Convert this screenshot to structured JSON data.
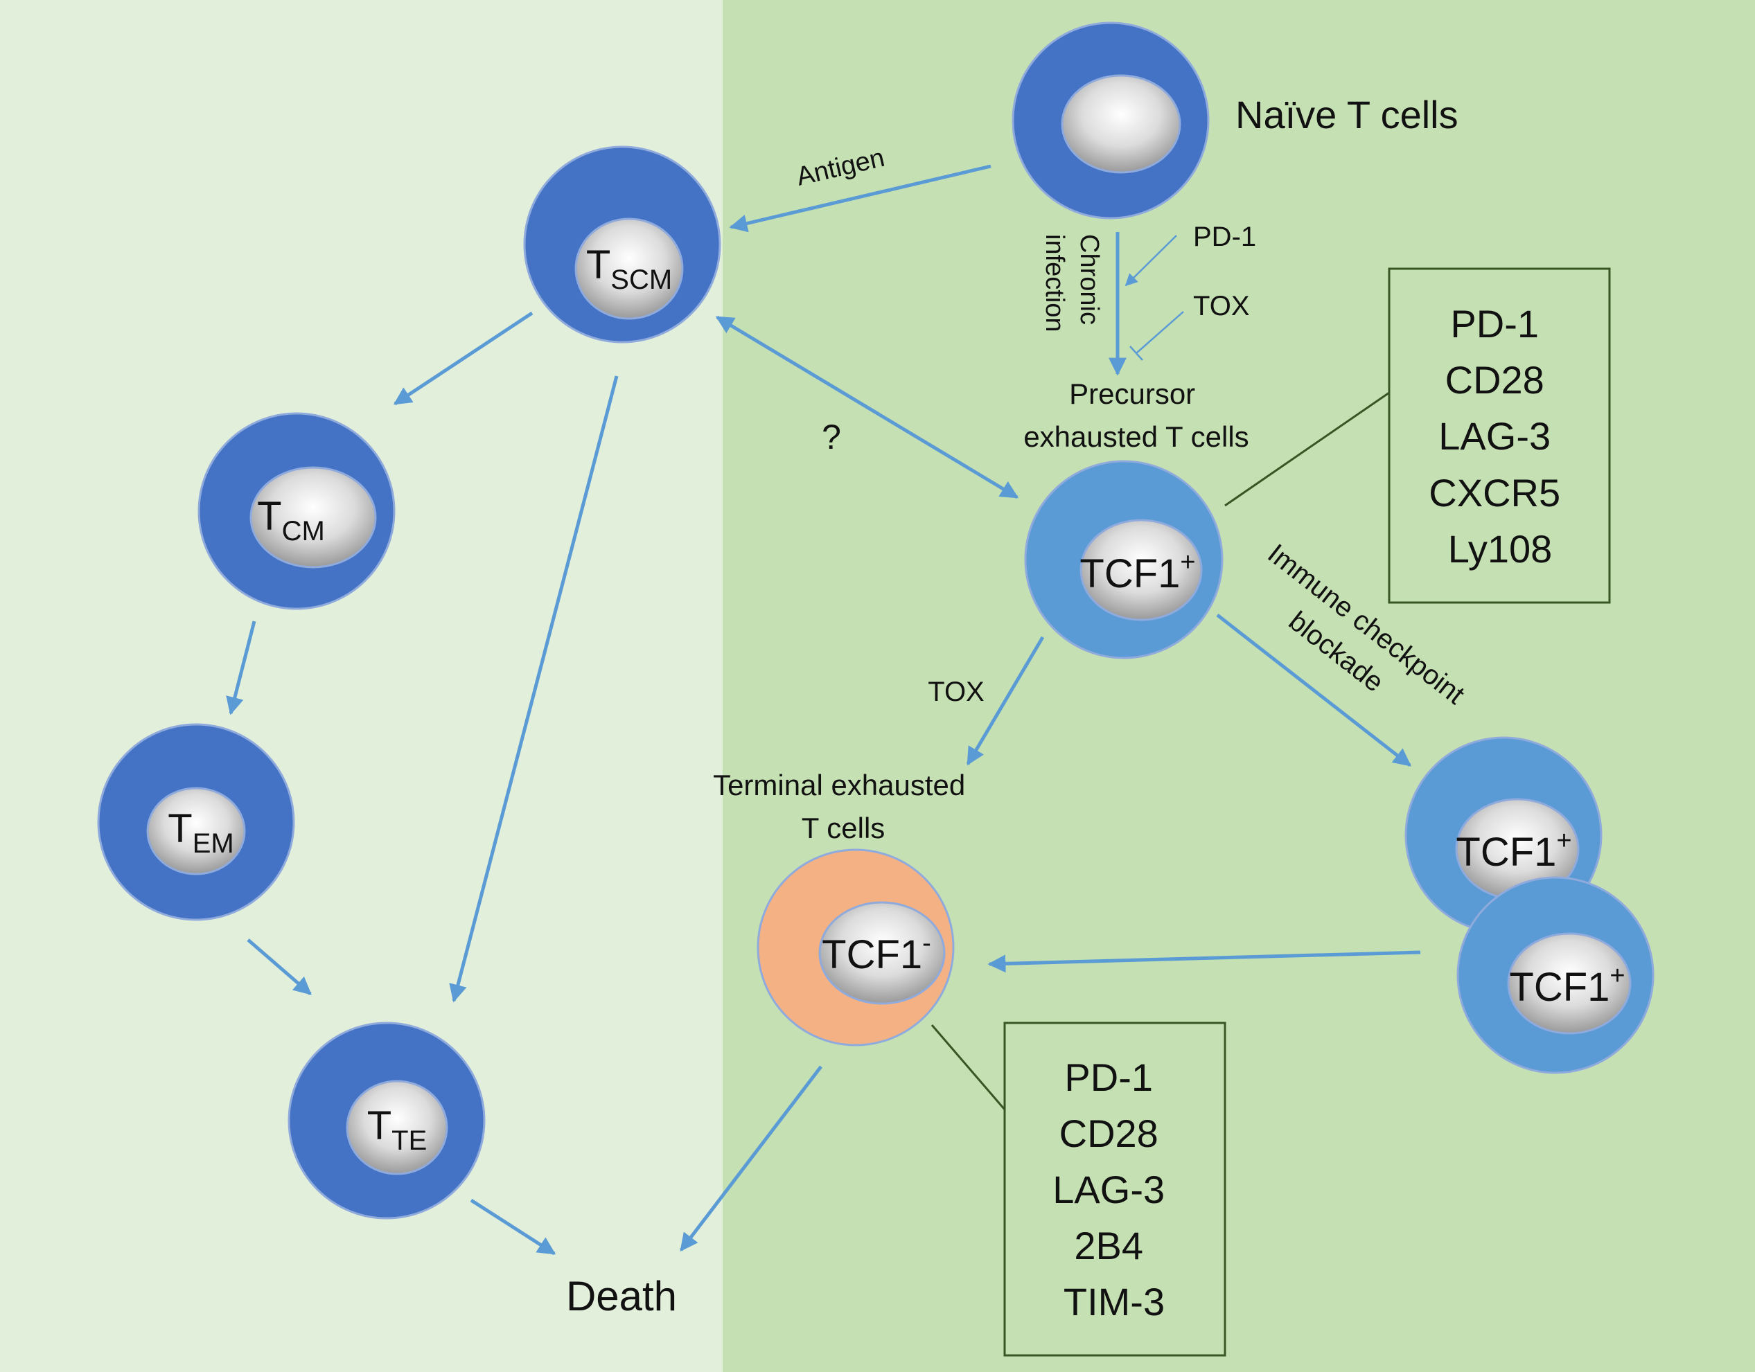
{
  "colors": {
    "left_panel": "#e2efda",
    "right_panel": "#c5e0b3",
    "dark_cell": "#4472c4",
    "light_cell": "#5b9bd5",
    "terminal_cell": "#f4b183",
    "arrow": "#5b9bd5",
    "box_border": "#375623"
  },
  "cells": {
    "naive": {
      "label": "",
      "color": "dark"
    },
    "tscm": {
      "label_main": "T",
      "label_sub": "SCM",
      "color": "dark"
    },
    "tcm": {
      "label_main": "T",
      "label_sub": "CM",
      "color": "dark"
    },
    "tem": {
      "label_main": "T",
      "label_sub": "EM",
      "color": "dark"
    },
    "tte": {
      "label_main": "T",
      "label_sub": "TE",
      "color": "dark"
    },
    "precursor": {
      "label_main": "TCF1",
      "label_sup": "+",
      "color": "light"
    },
    "terminal": {
      "label_main": "TCF1",
      "label_sup": "-",
      "color": "orange"
    },
    "expanded_top": {
      "label_main": "TCF1",
      "label_sup": "+",
      "color": "light"
    },
    "expanded_bottom": {
      "label_main": "TCF1",
      "label_sup": "+",
      "color": "light"
    }
  },
  "labels": {
    "naive_title": "Naïve T cells",
    "antigen": "Antigen",
    "chronic_infection_line1": "Chronic",
    "chronic_infection_line2": "infection",
    "pd1_small": "PD-1",
    "tox_small": "TOX",
    "precursor_line1": "Precursor",
    "precursor_line2": "exhausted T cells",
    "question": "?",
    "tox_lower": "TOX",
    "terminal_line1": "Terminal exhausted",
    "terminal_line2": "T cells",
    "icb_line1": "Immune checkpoint",
    "icb_line2": "blockade",
    "death": "Death"
  },
  "marker_box_precursor": [
    "PD-1",
    "CD28",
    "LAG-3",
    "CXCR5",
    "Ly108"
  ],
  "marker_box_terminal": [
    "PD-1",
    "CD28",
    "LAG-3",
    "2B4",
    "TIM-3"
  ]
}
